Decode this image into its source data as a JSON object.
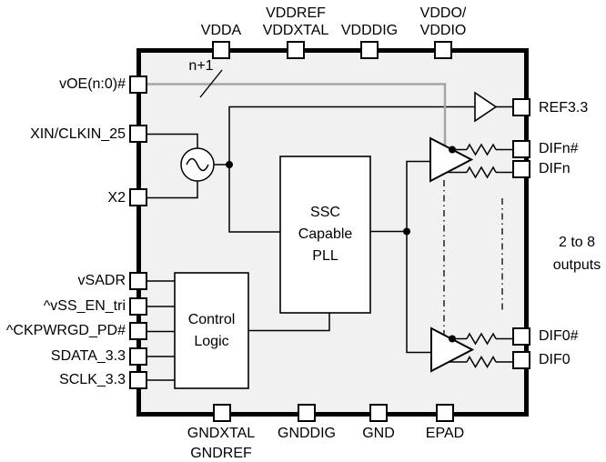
{
  "blocks": {
    "pll": {
      "lines": [
        "SSC",
        "Capable",
        "PLL"
      ]
    },
    "control_logic": {
      "lines": [
        "Control",
        "Logic"
      ]
    }
  },
  "annotations": {
    "bus_width": "n+1",
    "outputs_range": {
      "lines": [
        "2 to 8",
        "outputs"
      ]
    }
  },
  "pins": {
    "top": [
      {
        "lines": [
          "VDDA"
        ]
      },
      {
        "lines": [
          "VDDREF",
          "VDDXTAL"
        ]
      },
      {
        "lines": [
          "VDDDIG"
        ]
      },
      {
        "lines": [
          "VDDO/",
          "VDDIO"
        ]
      }
    ],
    "left": [
      {
        "label": "vOE(n:0)#"
      },
      {
        "label": "XIN/CLKIN_25"
      },
      {
        "label": "X2"
      },
      {
        "label": "vSADR"
      },
      {
        "label": "^vSS_EN_tri"
      },
      {
        "label": "^CKPWRGD_PD#"
      },
      {
        "label": "SDATA_3.3"
      },
      {
        "label": "SCLK_3.3"
      }
    ],
    "right": [
      {
        "label": "REF3.3"
      },
      {
        "label": "DIFn#"
      },
      {
        "label": "DIFn"
      },
      {
        "label": "DIF0#"
      },
      {
        "label": "DIF0"
      }
    ],
    "bottom": [
      {
        "lines": [
          "GNDXTAL",
          "GNDREF"
        ]
      },
      {
        "lines": [
          "GNDDIG"
        ]
      },
      {
        "lines": [
          "GND"
        ]
      },
      {
        "lines": [
          "EPAD"
        ]
      }
    ]
  },
  "colors": {
    "chip_fill": "#f1f1f1",
    "outline": "#000000",
    "bus_gray": "#a6a6a6"
  }
}
